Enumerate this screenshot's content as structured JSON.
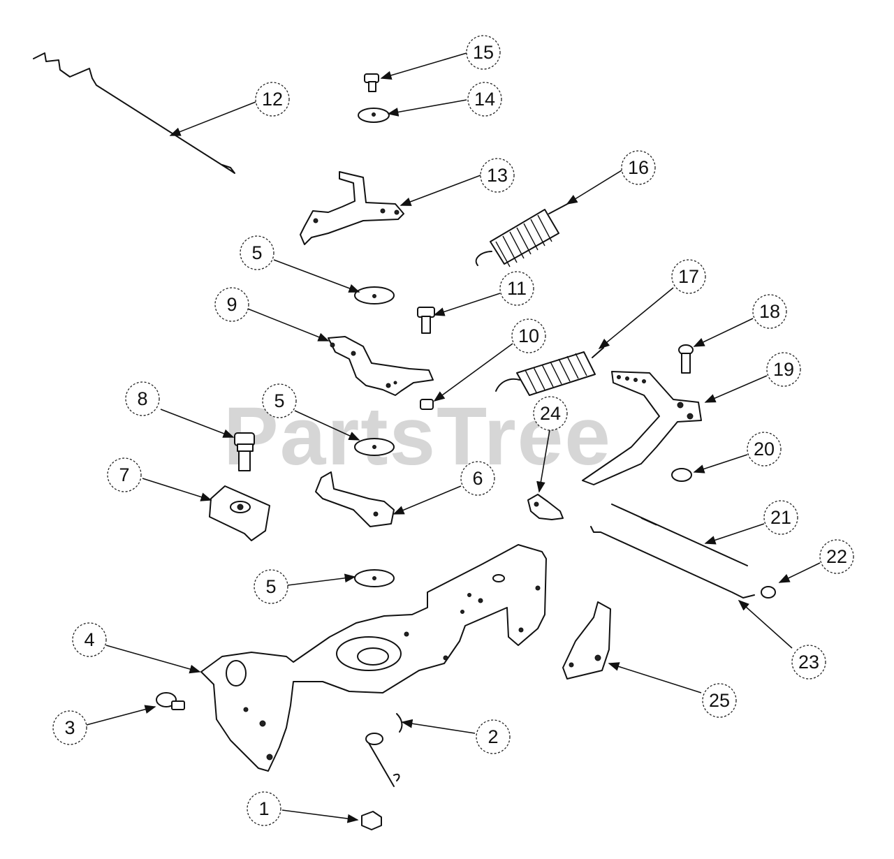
{
  "watermark": "PartsTree",
  "callouts": {
    "c1": "1",
    "c2": "2",
    "c3": "3",
    "c4": "4",
    "c5a": "5",
    "c5b": "5",
    "c5c": "5",
    "c6": "6",
    "c7": "7",
    "c8": "8",
    "c9": "9",
    "c10": "10",
    "c11": "11",
    "c12": "12",
    "c13": "13",
    "c14": "14",
    "c15": "15",
    "c16": "16",
    "c17": "17",
    "c18": "18",
    "c19": "19",
    "c20": "20",
    "c21": "21",
    "c22": "22",
    "c23": "23",
    "c24": "24",
    "c25": "25"
  }
}
